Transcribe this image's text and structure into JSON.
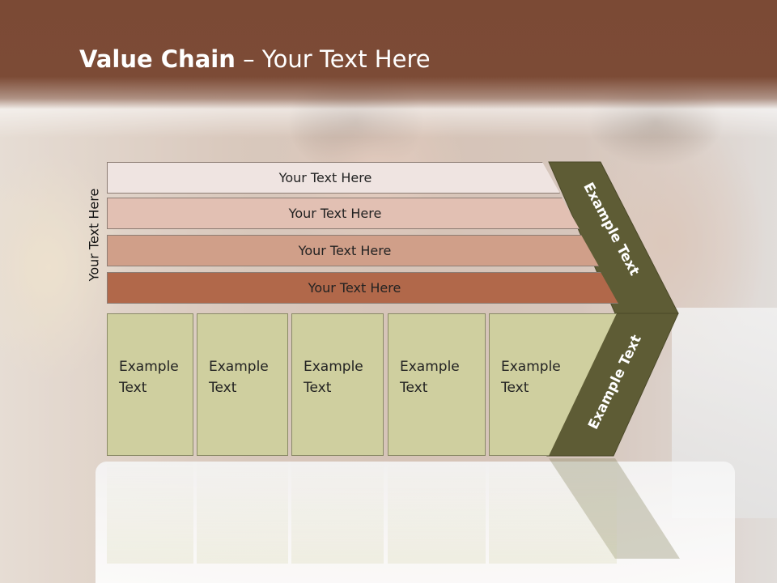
{
  "slide": {
    "title_bold": "Value Chain",
    "title_rest": " – Your Text Here",
    "side_label": "Your Text Here",
    "bands": [
      {
        "label": "Your Text Here",
        "color": "#efe4e1"
      },
      {
        "label": "Your Text Here",
        "color": "#e2c0b3"
      },
      {
        "label": "Your Text Here",
        "color": "#d09f89"
      },
      {
        "label": "Your Text Here",
        "color": "#b1684a"
      }
    ],
    "boxes": [
      {
        "line1": "Example",
        "line2": "Text"
      },
      {
        "line1": "Example",
        "line2": "Text"
      },
      {
        "line1": "Example",
        "line2": "Text"
      },
      {
        "line1": "Example",
        "line2": "Text"
      },
      {
        "line1": "Example",
        "line2": "Text"
      }
    ],
    "chevron_top_label": "Example Text",
    "chevron_bottom_label": "Example Text",
    "colors": {
      "title_bar": "#7b4a35",
      "chevron": "#5e5c35",
      "box_fill": "#cfcf9f"
    }
  }
}
